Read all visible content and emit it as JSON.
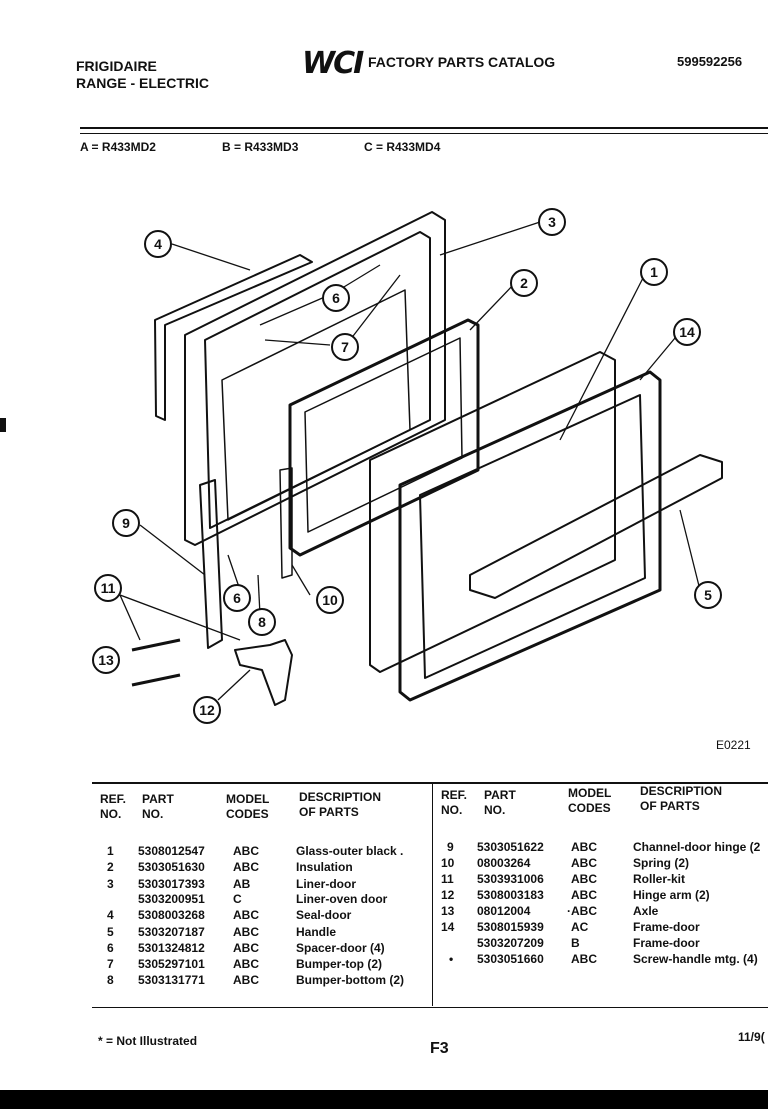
{
  "header": {
    "brand_line1": "FRIGIDAIRE",
    "brand_line2": "RANGE - ELECTRIC",
    "logo": "WCI",
    "catalog_title": "FACTORY PARTS CATALOG",
    "doc_number": "599592256"
  },
  "models": {
    "a": "A = R433MD2",
    "b": "B = R433MD3",
    "c": "C = R433MD4"
  },
  "diagram": {
    "code": "E0221",
    "callouts": [
      "1",
      "2",
      "3",
      "4",
      "5",
      "6",
      "6",
      "7",
      "8",
      "9",
      "10",
      "11",
      "12",
      "13",
      "14"
    ]
  },
  "table": {
    "headers": {
      "ref": "REF.",
      "no": "NO.",
      "part": "PART",
      "part_no": "NO.",
      "model": "MODEL",
      "codes": "CODES",
      "desc1": "DESCRIPTION",
      "desc2": "OF PARTS"
    },
    "left_rows": [
      {
        "ref": "1",
        "part": "5308012547",
        "model": "ABC",
        "desc": "Glass-outer black ."
      },
      {
        "ref": "2",
        "part": "5303051630",
        "model": "ABC",
        "desc": "Insulation"
      },
      {
        "ref": "3",
        "part": "5303017393",
        "model": "AB",
        "desc": "Liner-door"
      },
      {
        "ref": "",
        "part": "5303200951",
        "model": "C",
        "desc": "Liner-oven door"
      },
      {
        "ref": "4",
        "part": "5308003268",
        "model": "ABC",
        "desc": "Seal-door"
      },
      {
        "ref": "5",
        "part": "5303207187",
        "model": "ABC",
        "desc": "Handle"
      },
      {
        "ref": "6",
        "part": "5301324812",
        "model": "ABC",
        "desc": "Spacer-door (4)"
      },
      {
        "ref": "7",
        "part": "5305297101",
        "model": "ABC",
        "desc": "Bumper-top (2)"
      },
      {
        "ref": "8",
        "part": "5303131771",
        "model": "ABC",
        "desc": "Bumper-bottom (2)"
      }
    ],
    "right_rows": [
      {
        "ref": "9",
        "part": "5303051622",
        "model": "ABC",
        "desc": "Channel-door hinge (2"
      },
      {
        "ref": "10",
        "part": "08003264",
        "model": "ABC",
        "desc": "Spring (2)"
      },
      {
        "ref": "11",
        "part": "5303931006",
        "model": "ABC",
        "desc": "Roller-kit"
      },
      {
        "ref": "12",
        "part": "5308003183",
        "model": "ABC",
        "desc": "Hinge arm (2)"
      },
      {
        "ref": "13",
        "part": "08012004",
        "model": "·ABC",
        "desc": "Axle"
      },
      {
        "ref": "14",
        "part": "5308015939",
        "model": "AC",
        "desc": "Frame-door"
      },
      {
        "ref": "",
        "part": "5303207209",
        "model": "B",
        "desc": "Frame-door"
      },
      {
        "ref": "•",
        "part": "5303051660",
        "model": "ABC",
        "desc": "Screw-handle mtg. (4)"
      }
    ]
  },
  "footer": {
    "note": "* = Not Illustrated",
    "page": "F3",
    "date": "11/9("
  }
}
